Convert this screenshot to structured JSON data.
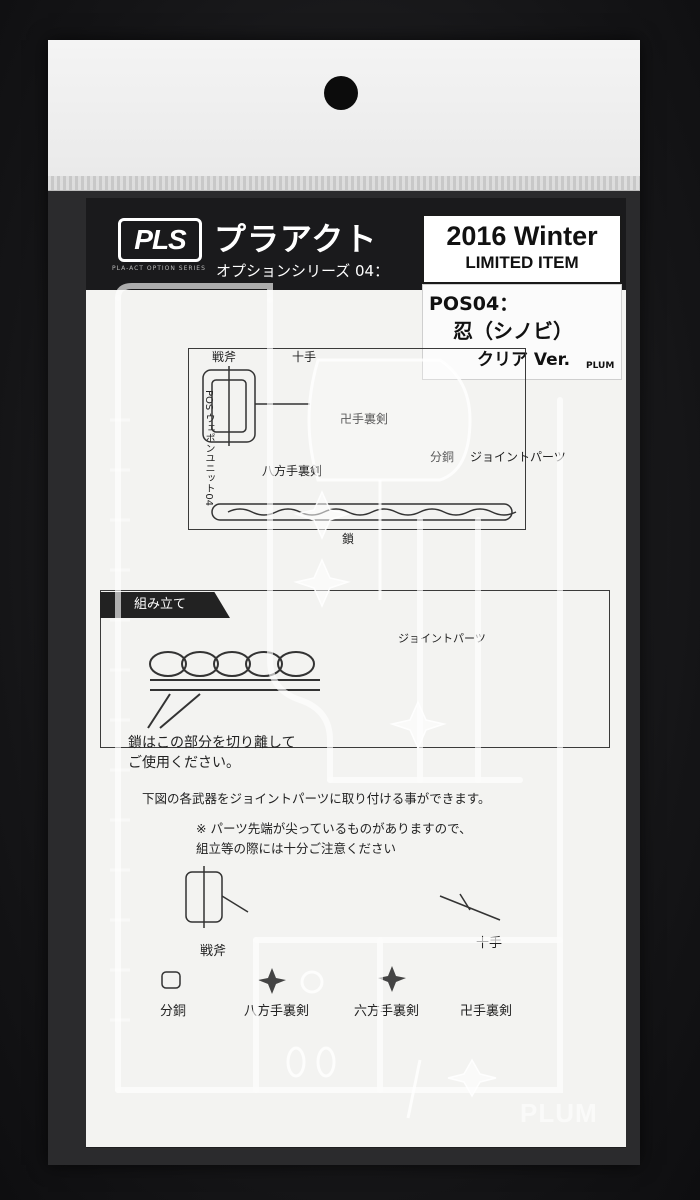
{
  "brand": {
    "logo": "PLS",
    "logo_sub": "PLA-ACT OPTION SERIES",
    "title": "プラアクト",
    "series": "オプションシリーズ 04："
  },
  "sticker_limited": {
    "title": "2016 Winter",
    "subtitle": "LIMITED ITEM"
  },
  "sticker_product": {
    "code": "POS04：",
    "name": "忍（シノビ）",
    "version": "クリア Ver.",
    "maker": "PLUM"
  },
  "instructions": {
    "side_label": "POS ウェポンユニット04",
    "part_labels": [
      "戦斧",
      "十手",
      "卍手裏剣",
      "八方手裏剣",
      "分銅",
      "ジョイントパーツ",
      "鎖"
    ],
    "section_title": "組み立て",
    "chain_note_1": "鎖はこの部分を切り離して",
    "chain_note_2": "ご使用ください。",
    "joint_label": "ジョイントパーツ",
    "weapons_note": "下図の各武器をジョイントパーツに取り付ける事ができます。",
    "caution_1": "※ パーツ先端が尖っているものがありますので、",
    "caution_2": "組立等の際には十分ご注意ください",
    "weapons": [
      "戦斧",
      "十手",
      "分銅",
      "八方手裏剣",
      "六方手裏剣",
      "卍手裏剣"
    ]
  },
  "watermark": "PLUM"
}
